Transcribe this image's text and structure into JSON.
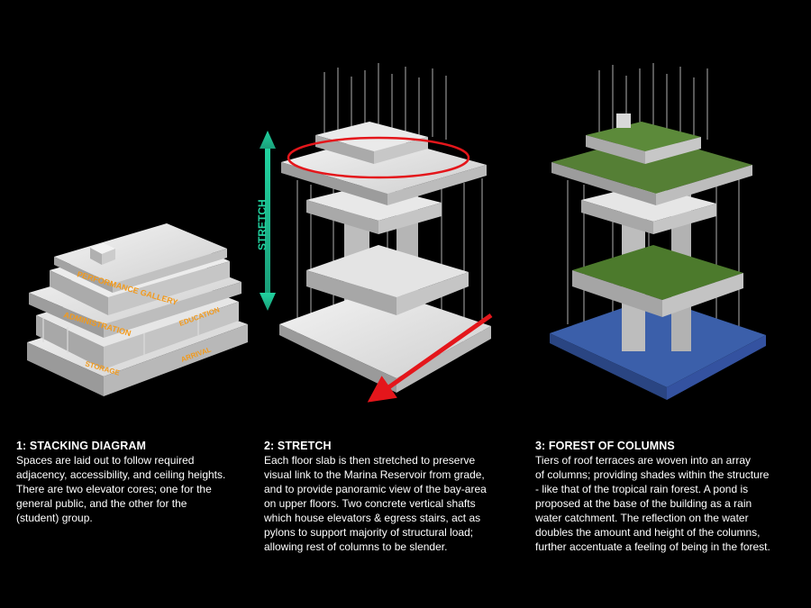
{
  "diagram1": {
    "labels": {
      "top": "PERFORMANCE GALLERY",
      "middle": "ADMINISTRATION",
      "side": "EDUCATION",
      "arrival": "ARRIVAL",
      "storage": "STORAGE"
    }
  },
  "diagram2": {
    "stretch_label": "STRETCH"
  },
  "colors": {
    "background": "#000000",
    "label_orange": "#f29a1c",
    "stretch_green": "#21d3a0",
    "arrow_red": "#e4161b",
    "terrace_green": "#4c7a2c",
    "pond_blue": "#3b5faa"
  },
  "captions": [
    {
      "title": "1: STACKING DIAGRAM",
      "lines": [
        "Spaces are laid out to follow required",
        "adjacency, accessibility, and ceiling heights.",
        "There are two elevator cores; one for the",
        "general public, and the other for the",
        "(student) group."
      ]
    },
    {
      "title": "2: STRETCH",
      "lines": [
        "Each floor slab is then stretched to preserve",
        "visual link to the Marina Reservoir from grade,",
        "and to provide panoramic view of the bay-area",
        "on upper floors. Two concrete vertical shafts",
        "which house elevators & egress stairs, act as",
        "pylons to support majority of structural load;",
        "allowing rest of columns to be slender."
      ]
    },
    {
      "title": "3: FOREST OF COLUMNS",
      "lines": [
        "Tiers of roof terraces are woven into an array",
        "of columns; providing shades within the structure",
        "- like that of the tropical rain forest. A pond is",
        "proposed at the base of the building as a rain",
        "water catchment. The reflection on the water",
        "doubles the amount and height of the columns,",
        "further accentuate a feeling of being in the forest."
      ]
    }
  ]
}
